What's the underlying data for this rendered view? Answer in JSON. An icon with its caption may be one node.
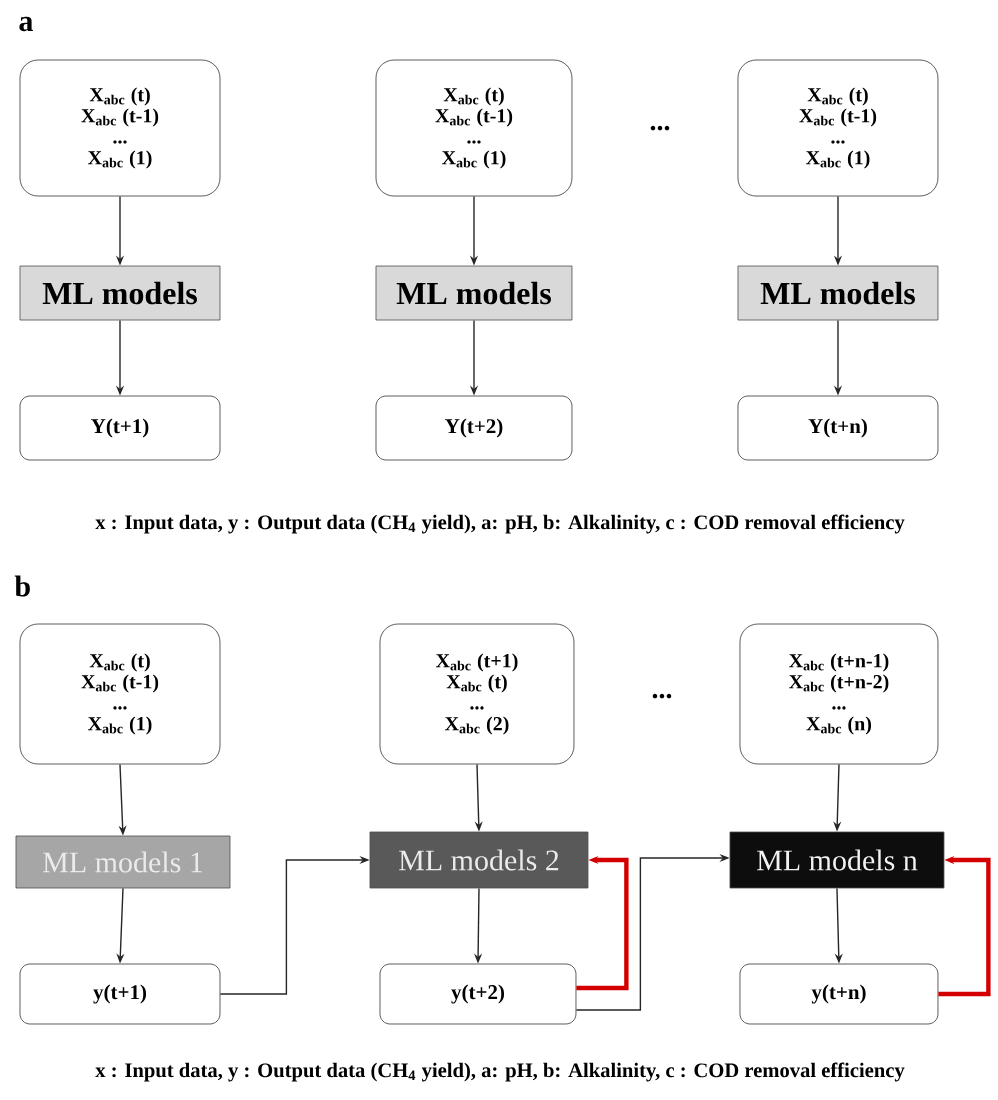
{
  "diagram": {
    "nodes": [
      {
        "text": [
          "X$_{abc}$ (t)",
          "X$_{abc}$ (t-1)",
          "...",
          "X$_{abc}$ (1)"
        ]
      },
      {
        "text": [
          "X$_{abc}$ (t)",
          "X$_{abc}$ (t-1)",
          "...",
          "X$_{abc}$ (1)"
        ]
      },
      {
        "text": [
          "X$_{abc}$ (t)",
          "X$_{abc}$ (t-1)",
          "...",
          "X$_{abc}$ (1)"
        ]
      },
      {
        "text": [
          "ML models"
        ]
      },
      {
        "text": [
          "ML models"
        ]
      },
      {
        "text": [
          "ML models"
        ]
      },
      {
        "text": [
          "Y(t+1)"
        ]
      },
      {
        "text": [
          "Y(t+2)"
        ]
      },
      {
        "text": [
          "Y(t+n)"
        ]
      },
      {
        "text": [
          "X$_{abc}$ (t)",
          "X$_{abc}$ (t-1)",
          "...",
          "X$_{abc}$ (1)"
        ]
      },
      {
        "text": [
          "X$_{abc}$ (t+1)",
          "X$_{abc}$ (t)",
          "...",
          "X$_{abc}$ (2)"
        ]
      },
      {
        "text": [
          "X$_{abc}$ (t+n-1)",
          "X$_{abc}$ (t+n-2)",
          "...",
          "X$_{abc}$ (n)"
        ]
      },
      {
        "text": [
          "ML models 1"
        ]
      },
      {
        "text": [
          "ML models 2"
        ]
      },
      {
        "text": [
          "ML models n"
        ]
      },
      {
        "text": [
          "y(t+1)"
        ]
      },
      {
        "text": [
          "y(t+2)"
        ]
      },
      {
        "text": [
          "y(t+n)"
        ]
      }
    ],
    "edges": [
      {
        "from": 0,
        "to": 3,
        "arrow": "to"
      },
      {
        "from": 3,
        "to": 6,
        "arrow": "to"
      },
      {
        "from": 1,
        "to": 4,
        "arrow": "to"
      },
      {
        "from": 4,
        "to": 7,
        "arrow": "to"
      },
      {
        "from": 2,
        "to": 5,
        "arrow": "to"
      },
      {
        "from": 5,
        "to": 8,
        "arrow": "to"
      },
      {
        "from": 9,
        "to": 12,
        "arrow": "to"
      },
      {
        "from": 12,
        "to": 15,
        "arrow": "to"
      },
      {
        "from": 10,
        "to": 13,
        "arrow": "to"
      },
      {
        "from": 13,
        "to": 16,
        "arrow": "to"
      },
      {
        "from": 11,
        "to": 14,
        "arrow": "to"
      },
      {
        "from": 14,
        "to": 17,
        "arrow": "to"
      },
      {
        "from": 15,
        "to": 13,
        "arrow": "to"
      },
      {
        "from": 16,
        "to": 13,
        "arrow": "to",
        "style": "thick",
        "color": "#d40000"
      },
      {
        "from": 16,
        "to": 14,
        "arrow": "to"
      },
      {
        "from": 17,
        "to": 14,
        "arrow": "to",
        "style": "thick",
        "color": "#d40000"
      }
    ],
    "labels": [
      "a",
      "...",
      "x : Input data, y : Output data (CH$_{4}$ yield), a: pH, b: Alkalinity, c : COD removal efficiency",
      "b",
      "...",
      "x : Input data, y : Output data (CH$_{4}$ yield), a: pH, b: Alkalinity, c : COD removal efficiency"
    ]
  }
}
